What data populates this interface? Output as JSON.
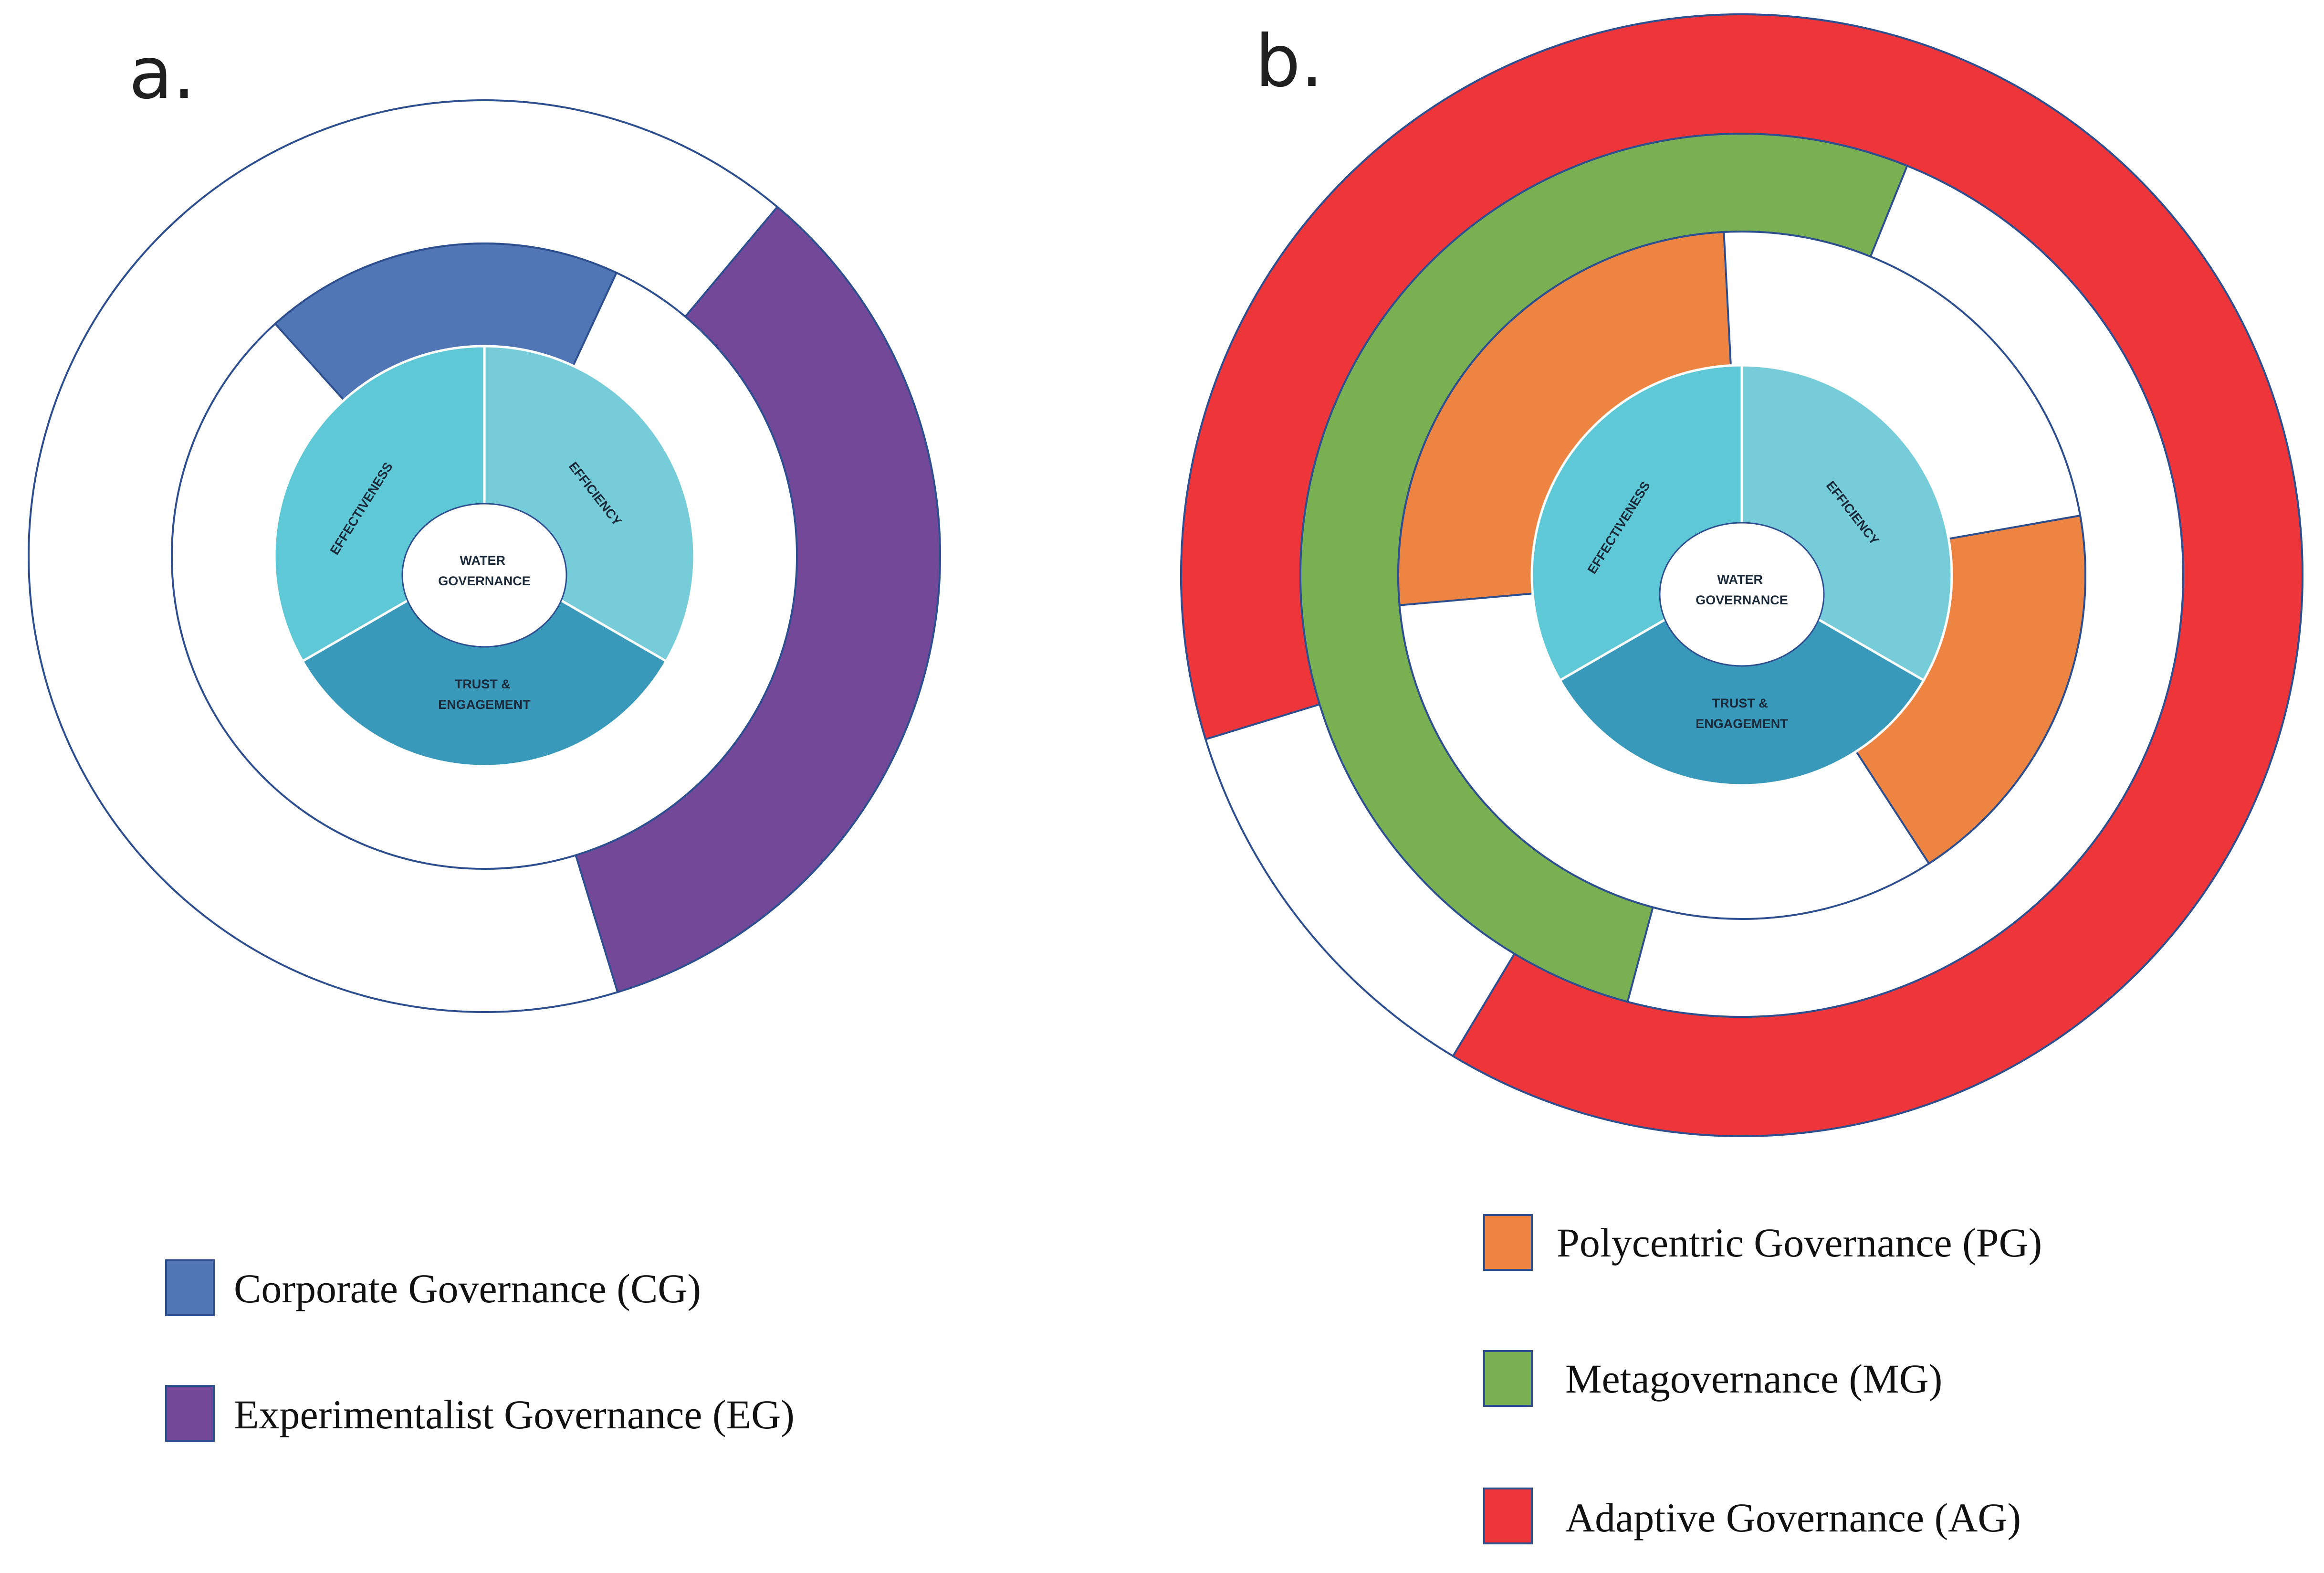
{
  "panels": [
    {
      "label": "a.",
      "core": {
        "center_label": [
          "WATER",
          "GOVERNANCE"
        ],
        "segments": [
          {
            "label": [
              "EFFICIENCY"
            ],
            "color": "#76cdd9"
          },
          {
            "label": [
              "TRUST &",
              "ENGAGEMENT"
            ],
            "color": "#3899bb"
          },
          {
            "label": [
              "EFFECTIVENESS"
            ],
            "color": "#5ec8d6"
          }
        ]
      },
      "legend": [
        {
          "label": "Corporate Governance (CG)",
          "color": "#5176b6"
        },
        {
          "label": "Experimentalist Governance (EG)",
          "color": "#744898"
        }
      ]
    },
    {
      "label": "b.",
      "core": {
        "center_label": [
          "WATER",
          "GOVERNANCE"
        ],
        "segments": [
          {
            "label": [
              "EFFICIENCY"
            ],
            "color": "#76cdd9"
          },
          {
            "label": [
              "TRUST &",
              "ENGAGEMENT"
            ],
            "color": "#3899bb"
          },
          {
            "label": [
              "EFFECTIVENESS"
            ],
            "color": "#5ec8d6"
          }
        ]
      },
      "legend": [
        {
          "label": "Polycentric Governance (PG)",
          "color": "#ee8442"
        },
        {
          "label": "Metagovernance (MG)",
          "color": "#78b052"
        },
        {
          "label": "Adaptive Governance (AG)",
          "color": "#ee363a"
        }
      ]
    }
  ],
  "colors": {
    "outline": "#2e4f8f",
    "divider": "#ffffff",
    "background": "#ffffff"
  }
}
